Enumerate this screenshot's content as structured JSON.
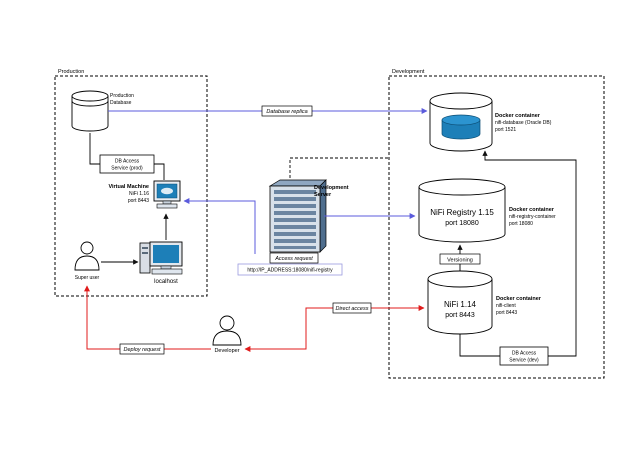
{
  "colors": {
    "blue": "#5b5bdc",
    "red": "#e01b1b",
    "black": "#111111",
    "nifi_blue": "#1d7fb8"
  },
  "production": {
    "label": "Production",
    "db_label": [
      "Production",
      "Database"
    ],
    "db_access_label": [
      "DB Access",
      "Service (prod)"
    ],
    "vm_title": "Virtual Machine",
    "vm_lines": [
      "NiFi 1.16",
      "port 8443"
    ],
    "localhost_label": "localhost",
    "super_user_label": "Super user"
  },
  "development": {
    "label": "Development",
    "oracle_container": {
      "title": "Docker container",
      "lines": [
        "nifi-database (Oracle DB)",
        "port 1521"
      ]
    },
    "registry_container": {
      "title": "Docker container",
      "lines": [
        "nifi-registry-container",
        "port 18080"
      ]
    },
    "registry_cylinder": [
      "NiFi Registry 1.15",
      "port 18080"
    ],
    "client_container": {
      "title": "Docker container",
      "lines": [
        "nifi-client",
        "port 8443"
      ]
    },
    "client_cylinder": [
      "NiFi 1.14",
      "port 8443"
    ],
    "versioning_label": "Versioning",
    "db_access_label": [
      "DB Access",
      "Service (dev)"
    ]
  },
  "dev_server": {
    "title": [
      "Development",
      "Server"
    ],
    "url": "http://IP_ADDRESS:18080/nifi-registry"
  },
  "edges": {
    "database_replica": "Database replica",
    "access_request": "Access request",
    "direct_access": "Direct access",
    "deploy_request": "Deploy request"
  },
  "developer_label": "Developer"
}
